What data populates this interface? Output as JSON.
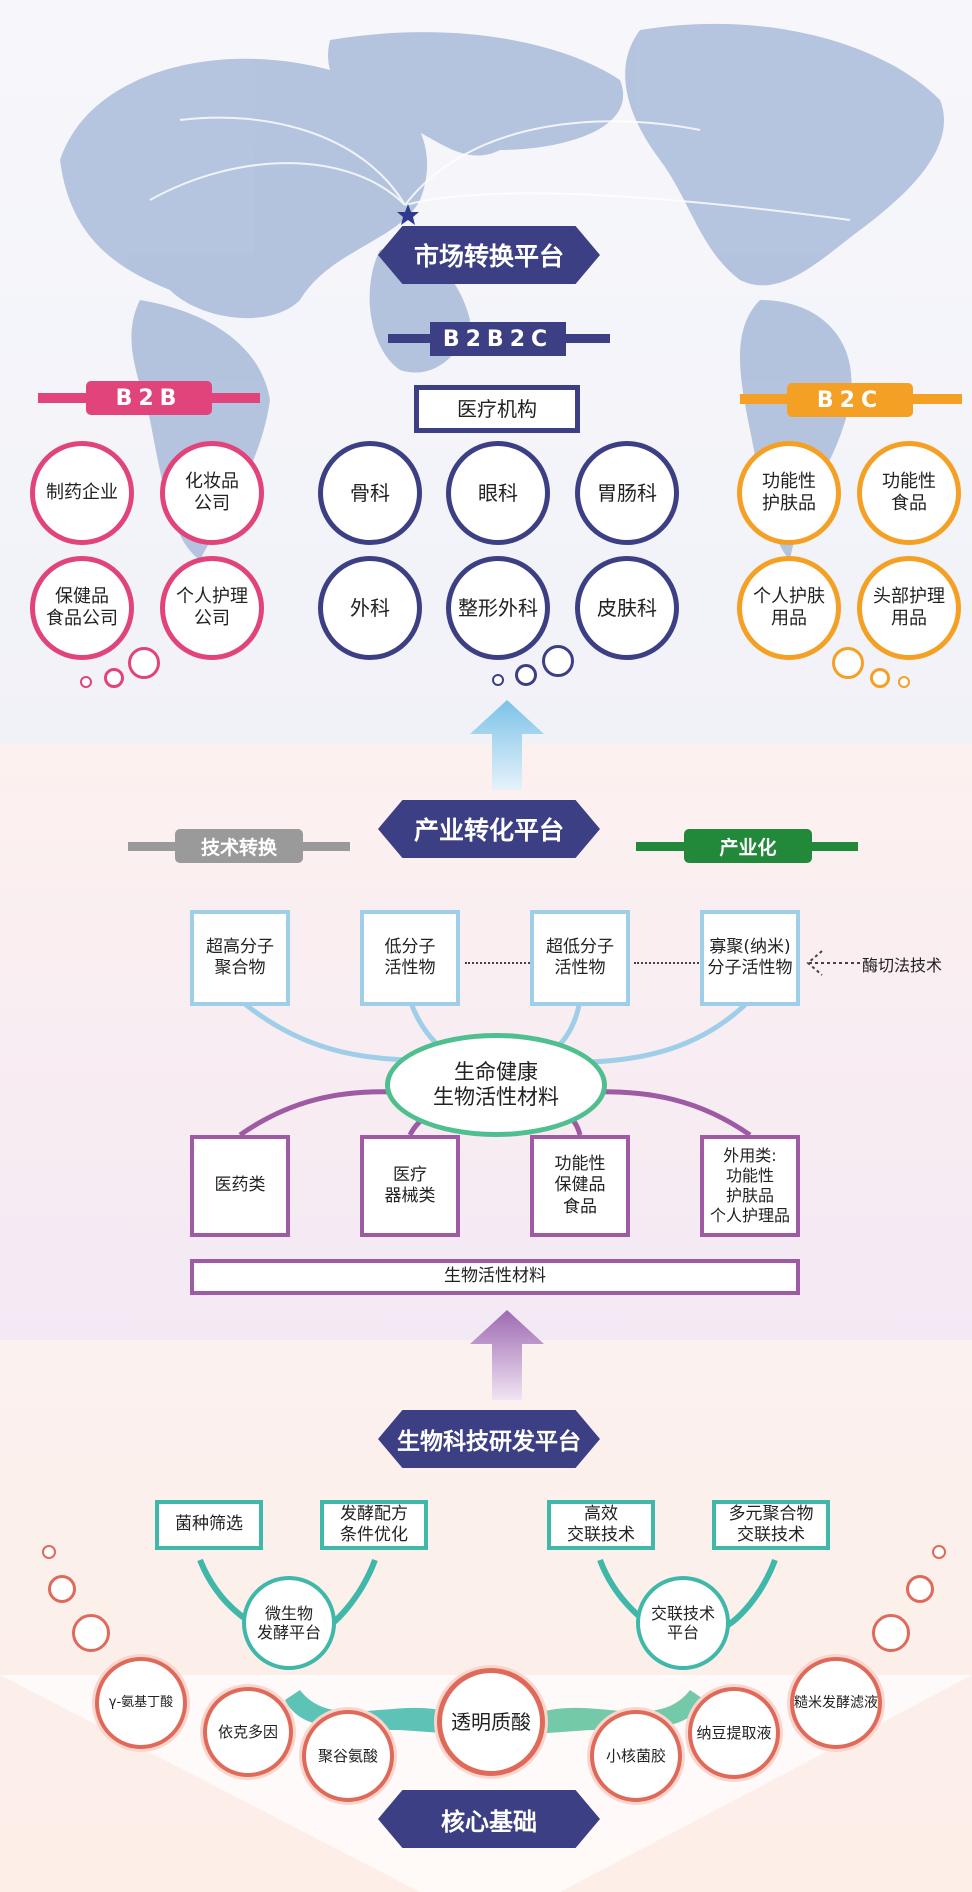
{
  "colors": {
    "pink": "#e0447a",
    "navy": "#3d3f85",
    "orange": "#f4a024",
    "gray": "#9a9a9a",
    "green": "#23893a",
    "lightblue": "#9fcfe8",
    "purple": "#9e5aa2",
    "teal": "#3fb8aa",
    "salmon": "#e06a5a"
  },
  "market": {
    "platform": "市场转换平台",
    "b2b2c": "B2B2C",
    "b2b": "B2B",
    "b2c": "B2C",
    "medical": "医疗机构",
    "b2b_items": [
      "制药企业",
      "化妆品\n公司",
      "保健品\n食品公司",
      "个人护理\n公司"
    ],
    "medical_items": [
      "骨科",
      "眼科",
      "胃肠科",
      "外科",
      "整形外科",
      "皮肤科"
    ],
    "b2c_items": [
      "功能性\n护肤品",
      "功能性\n食品",
      "个人护肤\n用品",
      "头部护理\n用品"
    ]
  },
  "industry": {
    "platform": "产业转化平台",
    "tech_transfer": "技术转换",
    "industrialization": "产业化",
    "top_boxes": [
      "超高分子\n聚合物",
      "低分子\n活性物",
      "超低分子\n活性物",
      "寡聚(纳米)\n分子活性物"
    ],
    "enzyme": "酶切法技术",
    "center": "生命健康\n生物活性材料",
    "bottom_boxes": [
      "医药类",
      "医疗\n器械类",
      "功能性\n保健品\n食品",
      "外用类:\n功能性\n护肤品\n个人护理品"
    ],
    "base": "生物活性材料"
  },
  "rd": {
    "platform": "生物科技研发平台",
    "left_boxes": [
      "菌种筛选",
      "发酵配方\n条件优化"
    ],
    "right_boxes": [
      "高效\n交联技术",
      "多元聚合物\n交联技术"
    ],
    "left_node": "微生物\n发酵平台",
    "right_node": "交联技术\n平台",
    "center": "透明质酸",
    "products": [
      "γ-氨基丁酸",
      "依克多因",
      "聚谷氨酸",
      "小核菌胶",
      "纳豆提取液",
      "糙米发酵滤液"
    ],
    "core": "核心基础"
  }
}
